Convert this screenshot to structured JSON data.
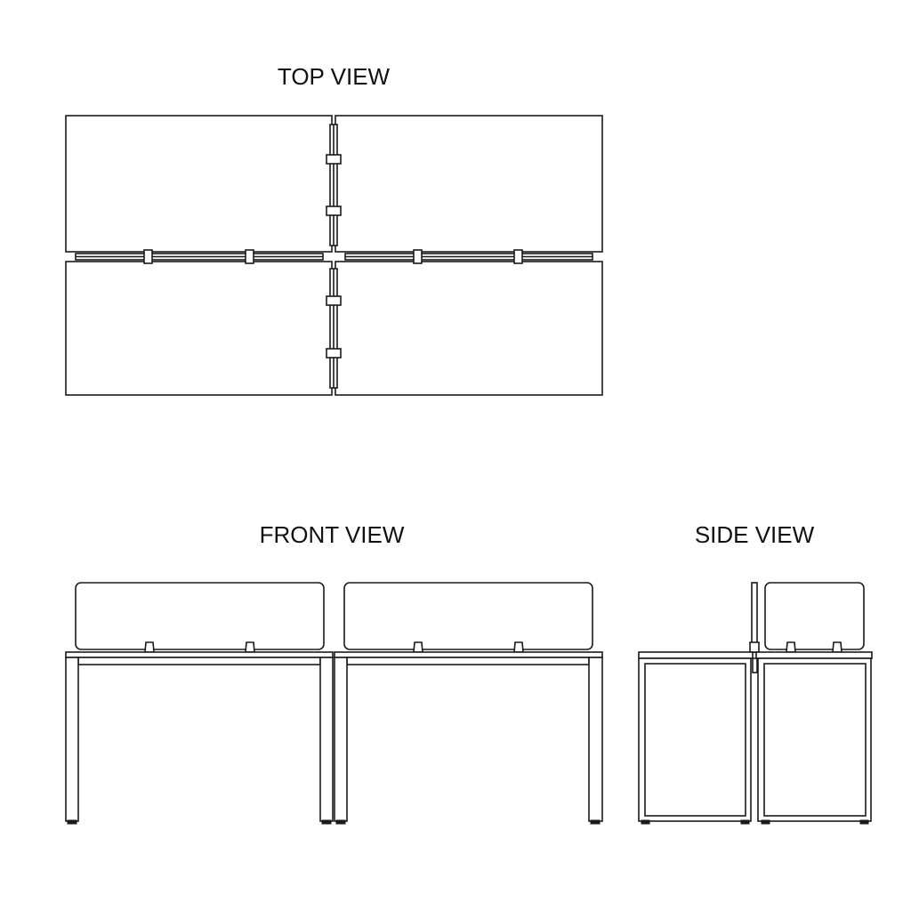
{
  "labels": {
    "top_view": "TOP VIEW",
    "front_view": "FRONT VIEW",
    "side_view": "SIDE VIEW"
  },
  "colors": {
    "line": "#1a1a1a",
    "background": "#ffffff"
  }
}
